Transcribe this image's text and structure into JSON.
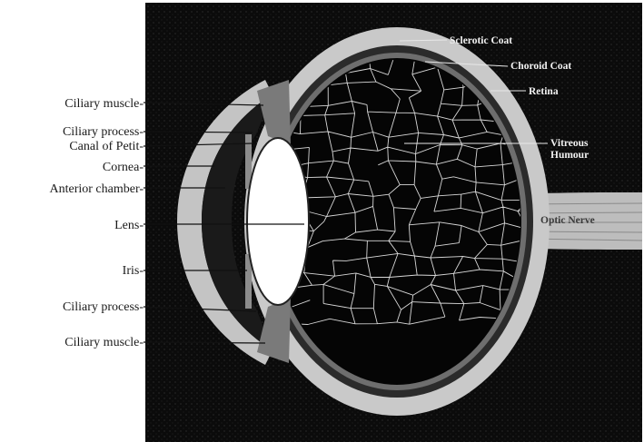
{
  "labels": {
    "sclerotic_coat": "Sclerotic Coat",
    "choroid_coat": "Choroid Coat",
    "retina": "Retina",
    "vitreous_humour_1": "Vitreous",
    "vitreous_humour_2": "Humour",
    "optic_nerve": "Optic Nerve",
    "ciliary_muscle_top": "Ciliary muscle-",
    "ciliary_process_top": "Ciliary process-",
    "canal_of_petit": "Canal of Petit-",
    "cornea": "Cornea-",
    "anterior_chamber": "Anterior chamber-",
    "lens": "Lens-",
    "iris": "Iris-",
    "ciliary_process_bottom": "Ciliary process-",
    "ciliary_muscle_bottom": "Ciliary muscle-"
  },
  "colors": {
    "background": "#0b0b0b",
    "sclera": "#c9c9c9",
    "lens": "#ffffff",
    "vitreous_lines": "#d8d8d8"
  }
}
